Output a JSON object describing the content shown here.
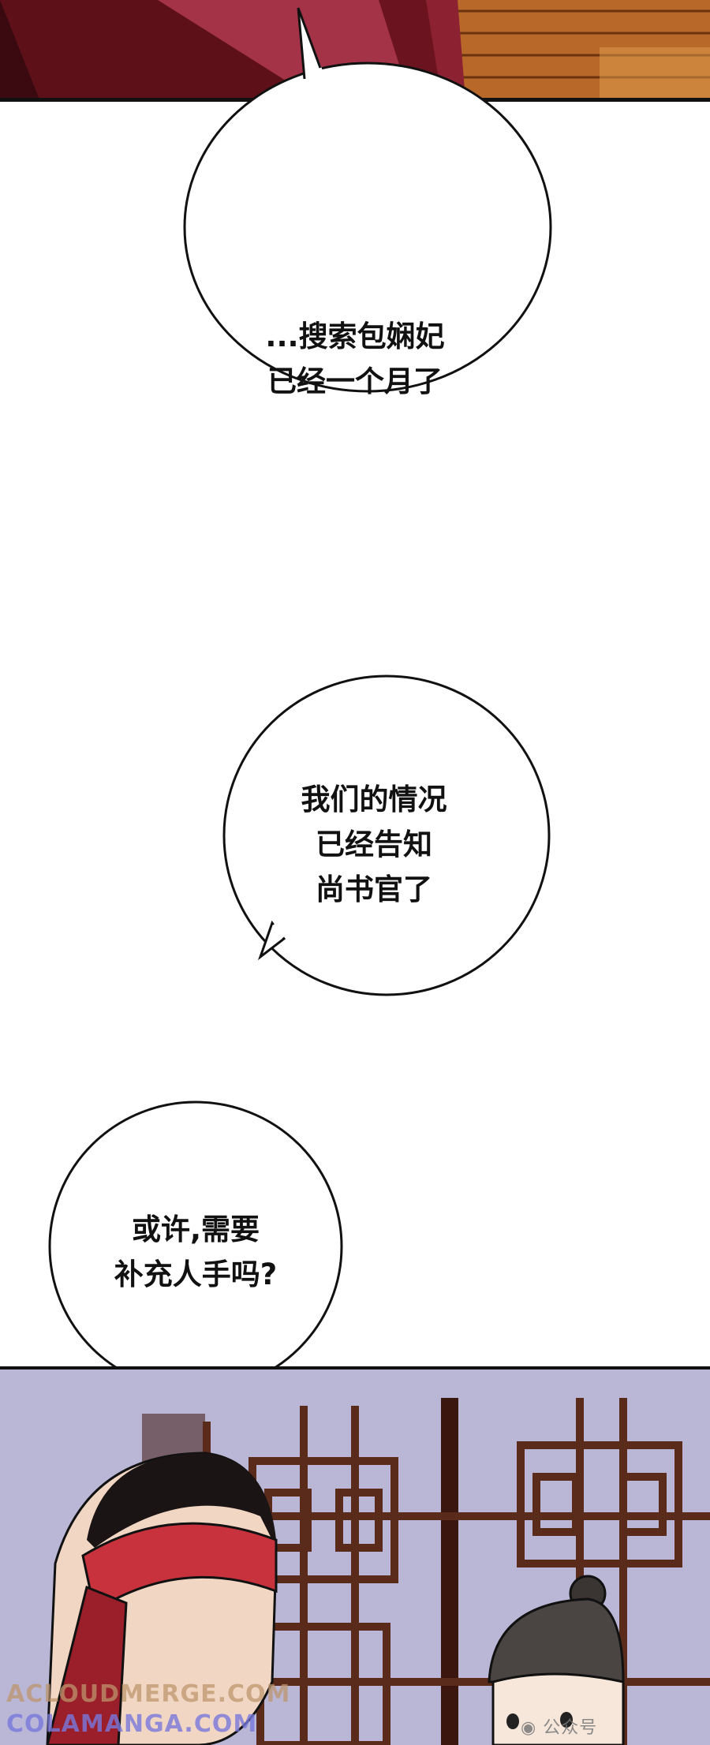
{
  "panels": {
    "bubble1": {
      "lines": [
        "...搜索包娴妃",
        "已经一个月了"
      ]
    },
    "bubble2": {
      "lines": [
        "我们的情况",
        "已经告知",
        "尚书官了"
      ]
    },
    "bubble3": {
      "lines": [
        "或许,需要",
        "补充人手吗?"
      ]
    }
  },
  "watermarks": {
    "site1": "ACLOUDMERGE.COM",
    "site2": "COLAMANGA.COM",
    "wechat": "公众号"
  },
  "colors": {
    "top_panel_red": "#7a1a26",
    "wood": "#b8692a",
    "bottom_bg": "#b9b6d6",
    "lattice": "#5a2a1a",
    "headband": "#c8323c"
  }
}
